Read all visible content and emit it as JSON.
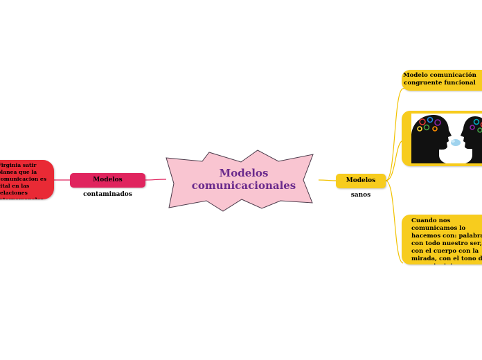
{
  "central": {
    "title": "Modelos comunicacionales"
  },
  "left_branch": {
    "label": "Modelos contaminados",
    "note": "Virginia satir planea que la comunicacion es vital en las relaciones interpersonales"
  },
  "right_branch": {
    "label": "Modelos sanos",
    "items": [
      {
        "text": "Modelo comunicación congruente funcional"
      },
      {
        "image": "two-heads-communicating-illustration"
      },
      {
        "text": "Cuando nos comunicamos lo hacemos con: palabras, con todo nuestro ser, con el cuerpo con la mirada, con el tono de voz, principios y valores."
      }
    ]
  },
  "colors": {
    "central_fill": "#f9c5d1",
    "central_text": "#6a2a8c",
    "left_pill": "#e0245e",
    "left_note": "#e92a35",
    "left_connector": "#e0245e",
    "right_fill": "#f7cc1e",
    "right_connector": "#f2c200"
  }
}
